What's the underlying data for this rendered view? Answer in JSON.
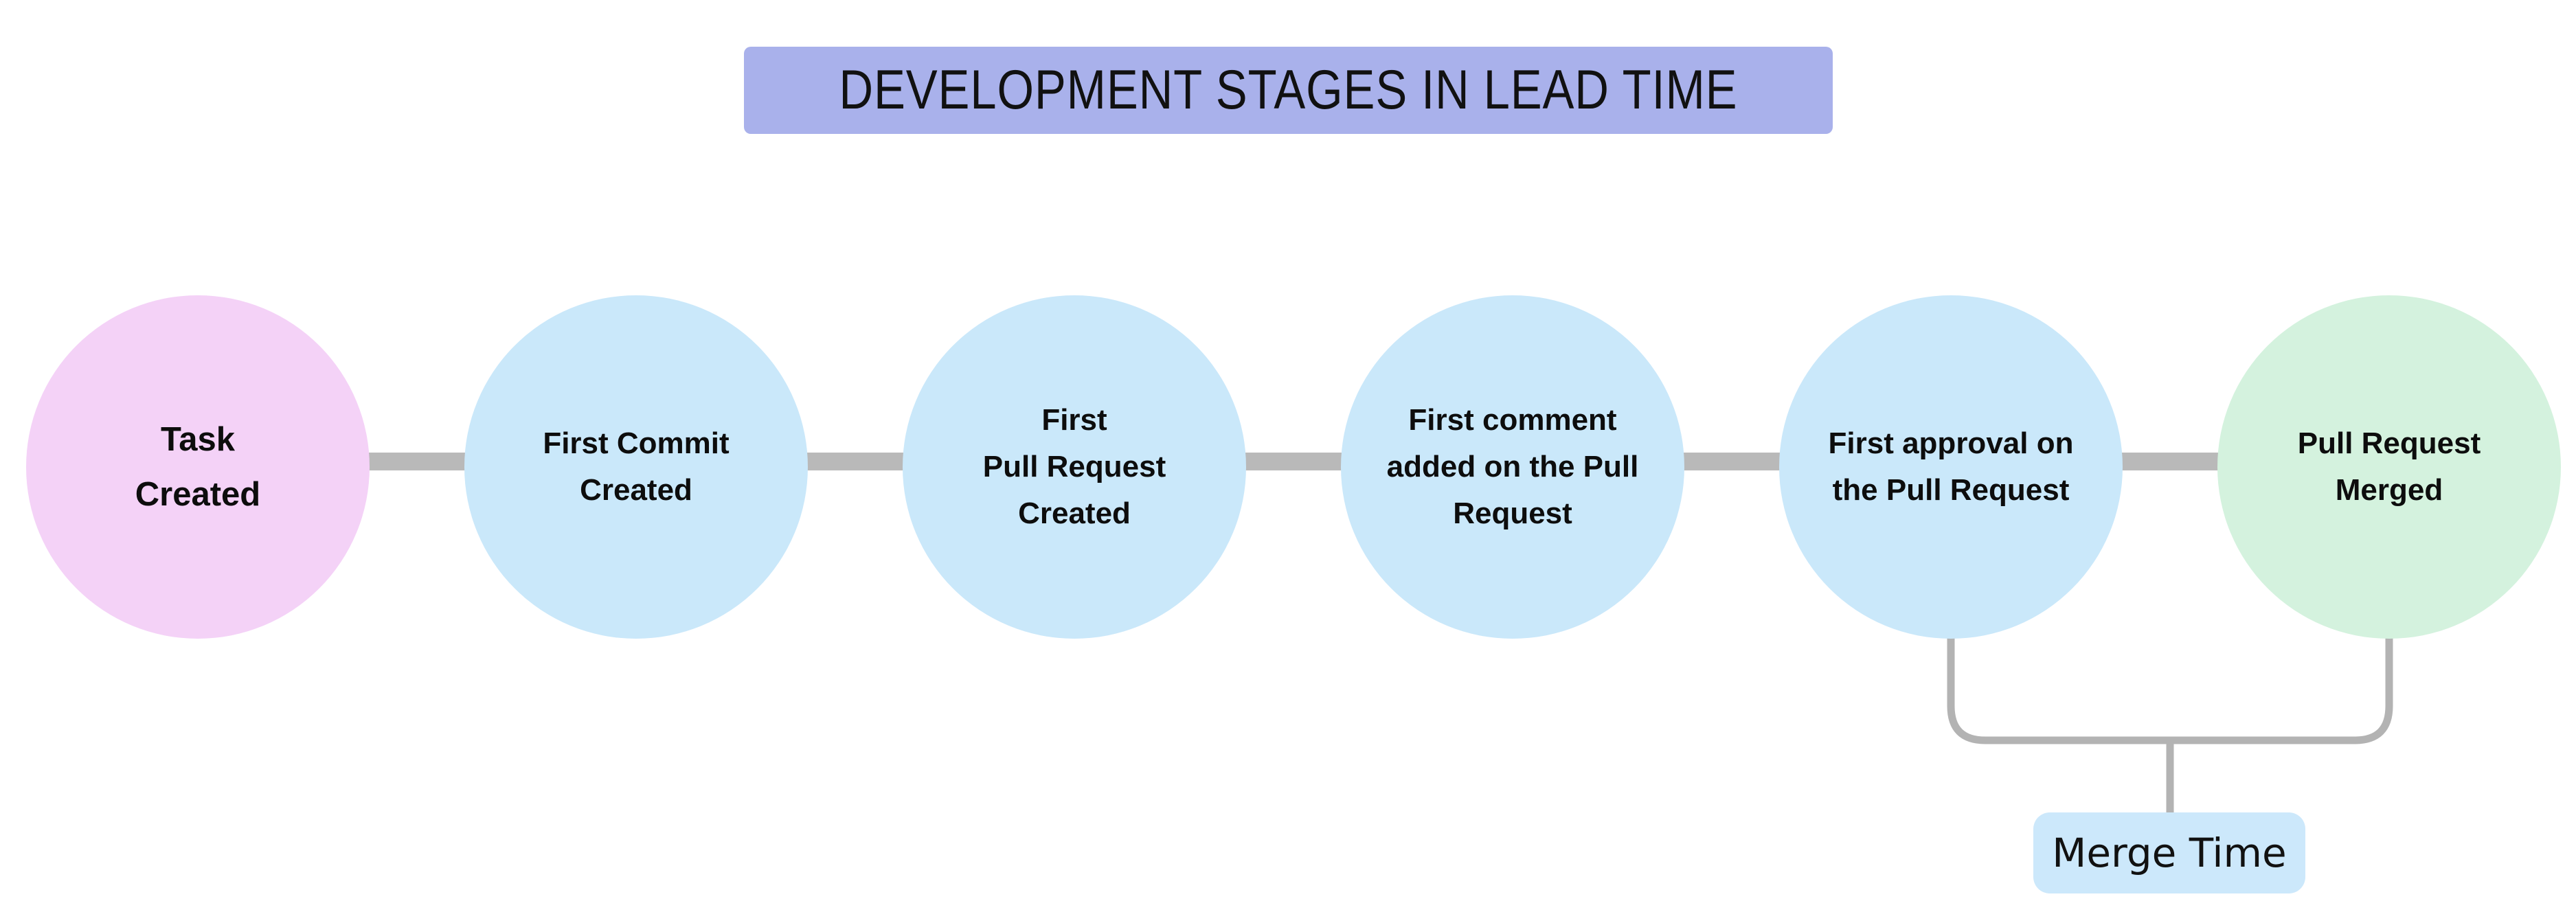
{
  "title": {
    "text": "DEVELOPMENT STAGES IN LEAD TIME",
    "bg": "#a9b1eb",
    "text_color": "#111111"
  },
  "stages": [
    {
      "id": "task-created",
      "label": "Task Created",
      "lines": [
        "Task",
        "Created"
      ],
      "color": "#f4d2f7"
    },
    {
      "id": "first-commit-created",
      "label": "First Commit Created",
      "lines": [
        "First Commit",
        "Created"
      ],
      "color": "#cae8fa"
    },
    {
      "id": "first-pull-request-created",
      "label": "First Pull Request Created",
      "lines": [
        "First",
        "Pull Request",
        "Created"
      ],
      "color": "#cae8fa"
    },
    {
      "id": "first-comment-added",
      "label": "First comment added on the Pull Request",
      "lines": [
        "First comment",
        "added on the Pull",
        "Request"
      ],
      "color": "#cae8fa"
    },
    {
      "id": "first-approval",
      "label": "First approval on the Pull Request",
      "lines": [
        "First approval on",
        "the Pull Request"
      ],
      "color": "#cae8fa"
    },
    {
      "id": "pull-request-merged",
      "label": "Pull Request Merged",
      "lines": [
        "Pull Request",
        "Merged"
      ],
      "color": "#d4f2de"
    }
  ],
  "merge_time": {
    "label": "Merge Time",
    "bg": "#cce8fb",
    "spans_stages": [
      "first-approval",
      "pull-request-merged"
    ]
  },
  "colors": {
    "background": "#ffffff",
    "connector": "#b9b9b9",
    "bracket": "#b3b3b3",
    "text": "#0d0d0d"
  }
}
